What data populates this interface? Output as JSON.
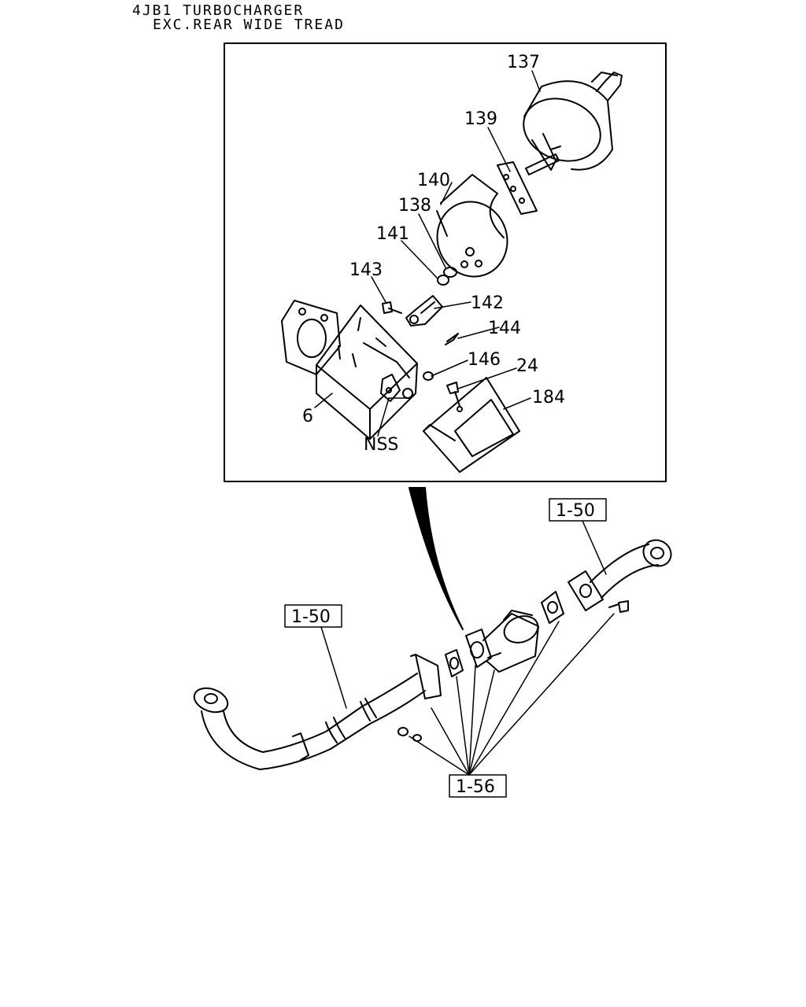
{
  "header": {
    "line1": "4JB1 TURBOCHARGER",
    "line2": "EXC.REAR WIDE TREAD"
  },
  "detail_callouts": {
    "c137": "137",
    "c139": "139",
    "c140": "140",
    "c138": "138",
    "c141": "141",
    "c143": "143",
    "c142": "142",
    "c144": "144",
    "c146": "146",
    "c24": "24",
    "c184": "184",
    "c6": "6",
    "nss": "NSS"
  },
  "reference_boxes": {
    "ref_right": "1-50",
    "ref_left": "1-50",
    "ref_bottom": "1-56"
  }
}
